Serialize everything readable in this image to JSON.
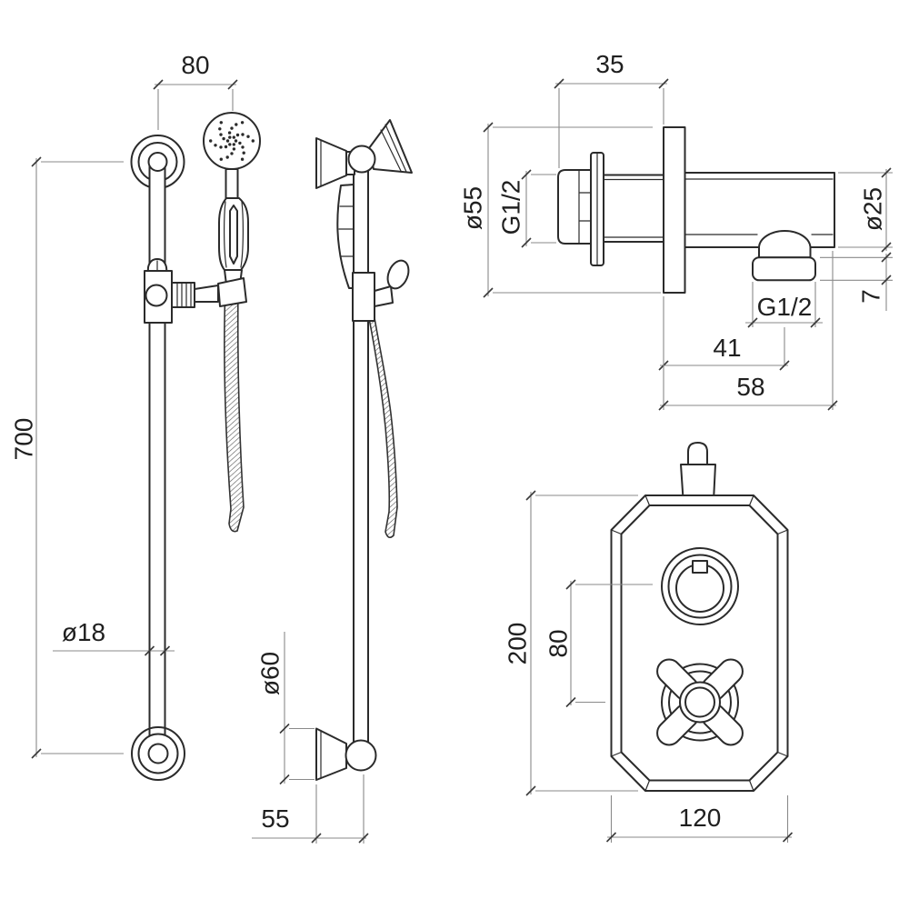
{
  "drawing": {
    "title": "shower-kit-technical-drawing",
    "views": {
      "rail_front": {
        "dims": {
          "bracket_offset": "80",
          "rail_length": "700",
          "rail_diameter": "ø18"
        }
      },
      "rail_side": {
        "dims": {
          "bracket_diameter": "ø60",
          "wall_distance": "55"
        }
      },
      "wall_outlet": {
        "dims": {
          "thread_length": "35",
          "flange_diameter": "ø55",
          "inlet_thread": "G1/2",
          "body_diameter": "ø25",
          "collar_height": "7",
          "outlet_thread": "G1/2",
          "outlet_centre": "41",
          "projection": "58"
        }
      },
      "valve": {
        "dims": {
          "plate_height": "200",
          "control_spacing": "80",
          "plate_width": "120"
        }
      }
    },
    "style": {
      "background": "#ffffff",
      "outline_color": "#2b2b2b",
      "dimension_line_color": "#8a8a8a",
      "text_color": "#1f1f1f"
    }
  }
}
